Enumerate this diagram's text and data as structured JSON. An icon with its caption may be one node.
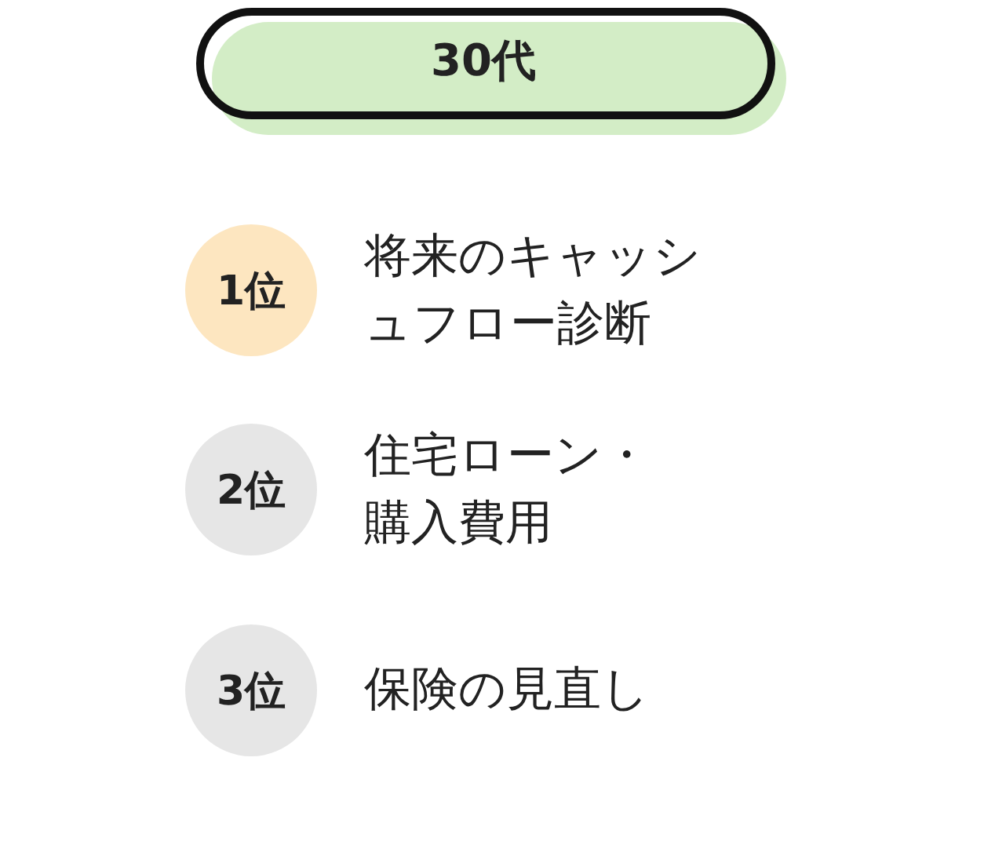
{
  "diagram": {
    "nodes": [
      {
        "text": [
          "30代"
        ]
      },
      {
        "text": [
          "1位"
        ],
        "beside": [
          "将来のキャッシュフロー診断"
        ]
      },
      {
        "text": [
          "2位"
        ],
        "beside": [
          "住宅ローン・購入費用"
        ]
      },
      {
        "text": [
          "3位"
        ],
        "beside": [
          "保険の見直し"
        ]
      }
    ]
  }
}
